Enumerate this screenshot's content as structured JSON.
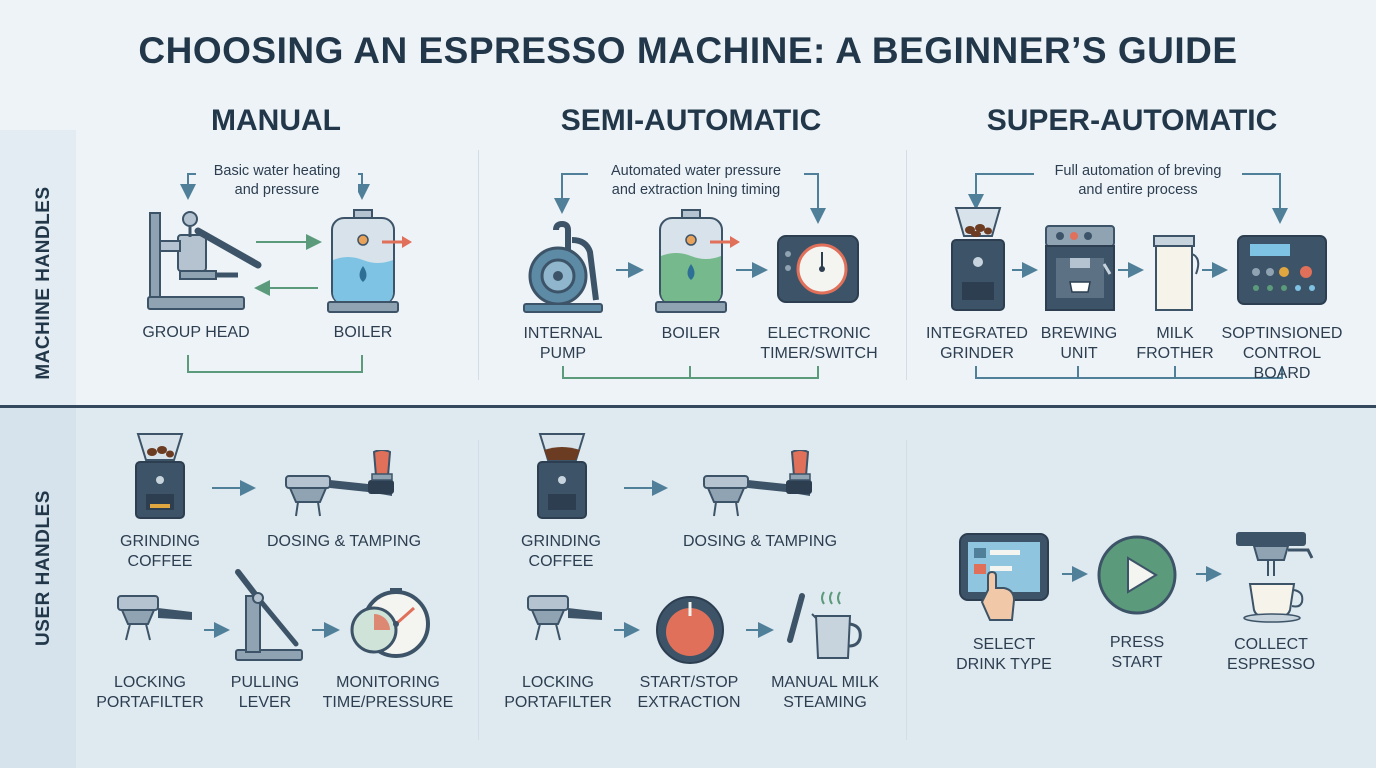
{
  "title": "CHOOSING AN ESPRESSO MACHINE: A BEGINNER’S GUIDE",
  "columns": [
    "MANUAL",
    "SEMI-AUTOMATIC",
    "SUPER-AUTOMATIC"
  ],
  "rows": [
    "MACHINE HANDLES",
    "USER HANDLES"
  ],
  "machine": {
    "manual": {
      "note": "Basic water heating\nand pressure",
      "items": [
        "GROUP HEAD",
        "BOILER"
      ]
    },
    "semi": {
      "note": "Automated water pressure\nand extraction lning timing",
      "items": [
        "INTERNAL\nPUMP",
        "BOILER",
        "ELECTRONIC\nTIMER/SWITCH"
      ]
    },
    "super": {
      "note": "Full automation of breving\nand entire process",
      "items": [
        "INTEGRATED\nGRINDER",
        "BREWING\nUNIT",
        "MILK\nFROTHER",
        "SOPTINSIONED\nCONTROL BOARD"
      ]
    }
  },
  "user": {
    "manual": {
      "top": [
        "GRINDING\nCOFFEE",
        "DOSING & TAMPING"
      ],
      "bottom": [
        "LOCKING\nPORTAFILTER",
        "PULLING\nLEVER",
        "MONITORING\nTIME/PRESSURE"
      ]
    },
    "semi": {
      "top": [
        "GRINDING\nCOFFEE",
        "DOSING & TAMPING"
      ],
      "bottom": [
        "LOCKING\nPORTAFILTER",
        "START/STOP\nEXTRACTION",
        "MANUAL MILK\nSTEAMING"
      ]
    },
    "super": {
      "steps": [
        "SELECT\nDRINK TYPE",
        "PRESS\nSTART",
        "COLLECT\nESPRESSO"
      ]
    }
  },
  "colors": {
    "dark": "#3d5468",
    "steel": "#8fa3b3",
    "water": "#7ec3e3",
    "green": "#5b9a7a",
    "orange": "#e0705a",
    "arrow": "#4f7f99"
  }
}
